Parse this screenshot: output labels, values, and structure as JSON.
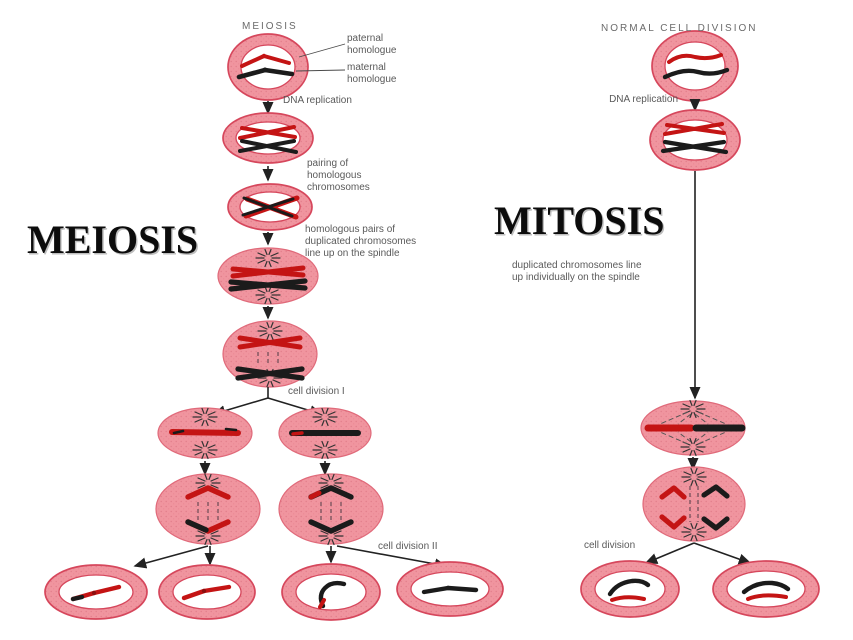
{
  "titles": {
    "meiosis_big": "MEIOSIS",
    "mitosis_big": "MITOSIS",
    "meiosis_column": "MEIOSIS",
    "mitosis_column": "NORMAL CELL DIVISION"
  },
  "meiosis": {
    "paternal": "paternal homologue",
    "maternal": "maternal homologue",
    "dna_replication": "DNA replication",
    "pairing": "pairing of homologous chromosomes",
    "lineup": "homologous pairs of duplicated chromosomes line up on the spindle",
    "division1": "cell division I",
    "division2": "cell division II"
  },
  "mitosis": {
    "dna_replication": "DNA replication",
    "lineup": "duplicated chromosomes line up individually on the spindle",
    "division": "cell division"
  },
  "colors": {
    "cell_pink": "#f0959f",
    "cell_border": "#d6475c",
    "chromosome_red": "#c41414",
    "chromosome_black": "#1b1b1b",
    "label_gray": "#5a5a5a"
  }
}
